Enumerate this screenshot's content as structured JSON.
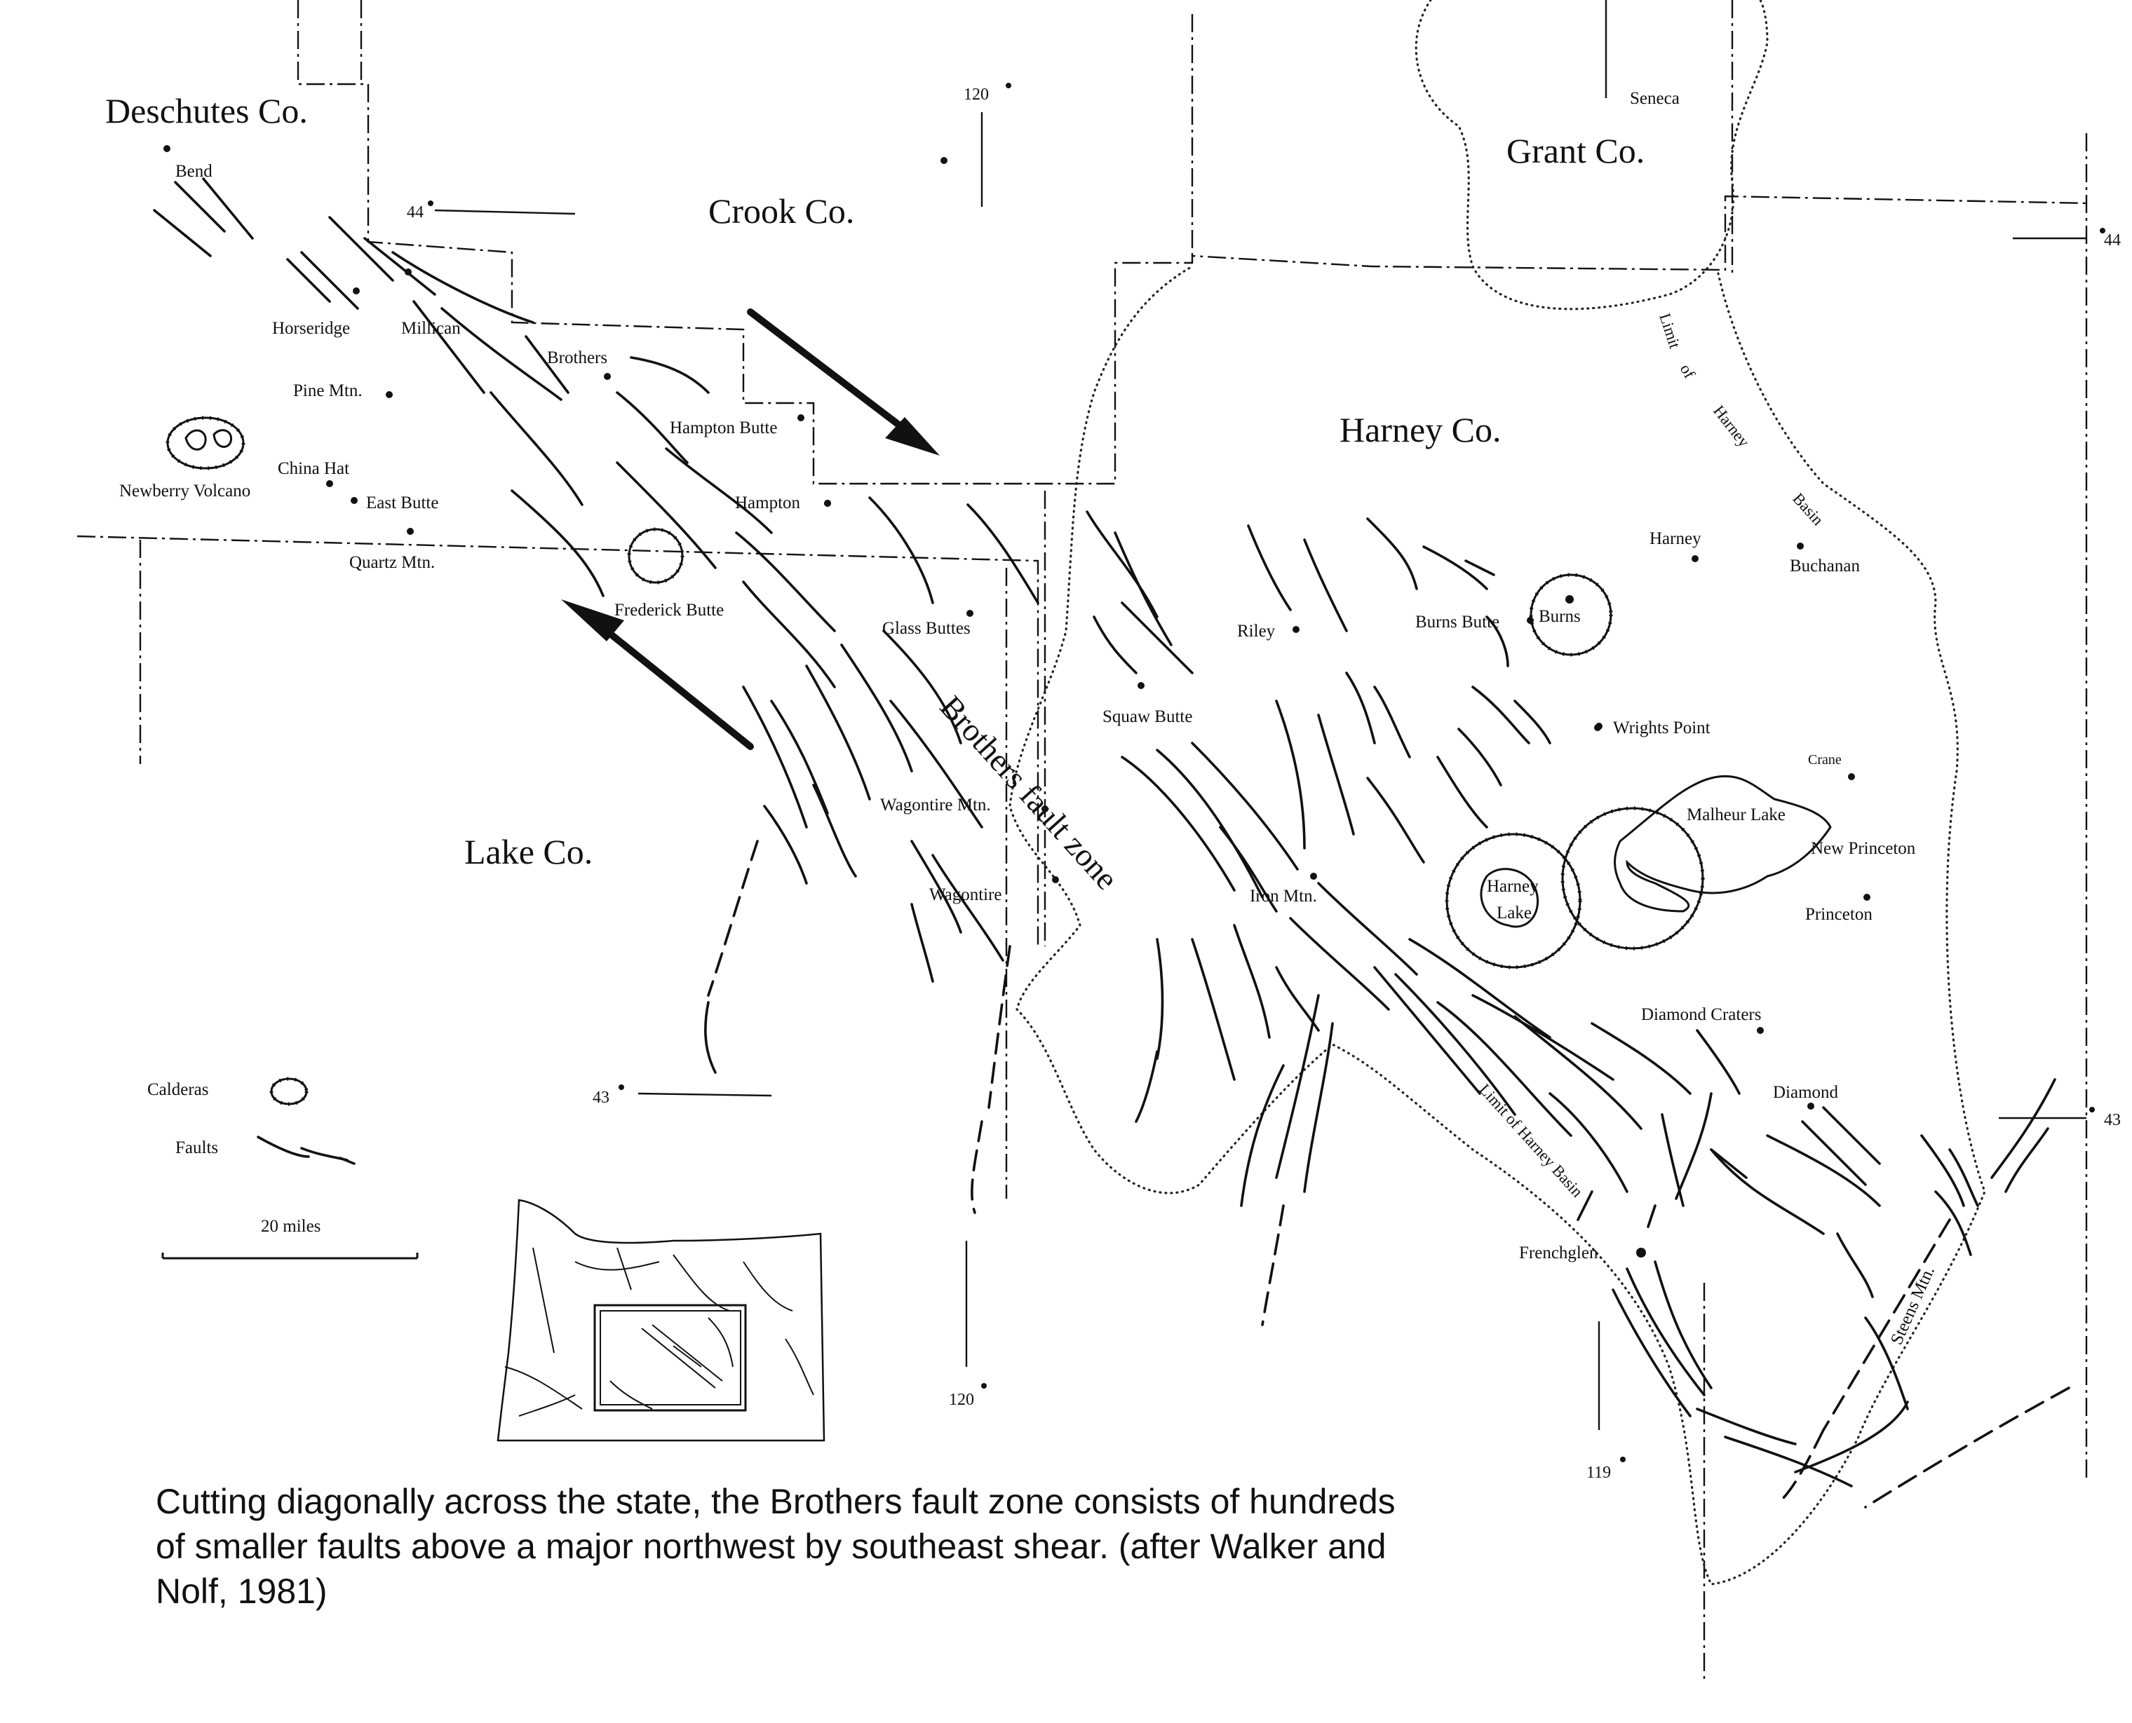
{
  "map": {
    "counties": {
      "deschutes": "Deschutes Co.",
      "crook": "Crook Co.",
      "grant": "Grant Co.",
      "harney": "Harney Co.",
      "lake": "Lake Co."
    },
    "places": {
      "bend": "Bend",
      "horseridge": "Horseridge",
      "millican": "Millican",
      "brothers": "Brothers",
      "pine_mtn": "Pine Mtn.",
      "hampton_butte": "Hampton Butte",
      "china_hat": "China Hat",
      "newberry_volcano": "Newberry Volcano",
      "east_butte": "East Butte",
      "hampton": "Hampton",
      "quartz_mtn": "Quartz Mtn.",
      "frederick_butte": "Frederick Butte",
      "glass_buttes": "Glass Buttes",
      "riley": "Riley",
      "burns_butte": "Burns Butte",
      "burns": "Burns",
      "squaw_butte": "Squaw Butte",
      "wrights_point": "Wrights Point",
      "crane": "Crane",
      "malheur_lake": "Malheur Lake",
      "new_princeton": "New Princeton",
      "princeton": "Princeton",
      "harney_lake_1": "Harney",
      "harney_lake_2": "Lake",
      "wagontire_mtn": "Wagontire Mtn.",
      "wagontire": "Wagontire",
      "iron_mtn": "Iron Mtn.",
      "diamond_craters": "Diamond Craters",
      "diamond": "Diamond",
      "frenchglen": "Frenchglen",
      "seneca": "Seneca",
      "harney": "Harney",
      "buchanan": "Buchanan",
      "steens_mtn": "Steens Mtn."
    },
    "coordinates": {
      "lat44_left": "44",
      "lat44_right": "44",
      "lat43_left": "43",
      "lat43_right": "43",
      "lon120_top": "120",
      "lon120_bottom": "120",
      "lon119": "119"
    },
    "features": {
      "fault_zone": "Brothers fault zone",
      "basin_limit_upper_1": "Limit",
      "basin_limit_upper_2": "of",
      "basin_limit_upper_3": "Harney",
      "basin_limit_upper_4": "Basin",
      "basin_limit_lower": "Limit of Harney Basin"
    },
    "legend": {
      "calderas": "Calderas",
      "faults": "Faults",
      "scale": "20 miles"
    }
  },
  "caption": {
    "line1": "Cutting diagonally across the state, the Brothers fault zone consists of hundreds",
    "line2": "of smaller faults above a major northwest by southeast shear. (after Walker and",
    "line3": "Nolf, 1981)"
  }
}
